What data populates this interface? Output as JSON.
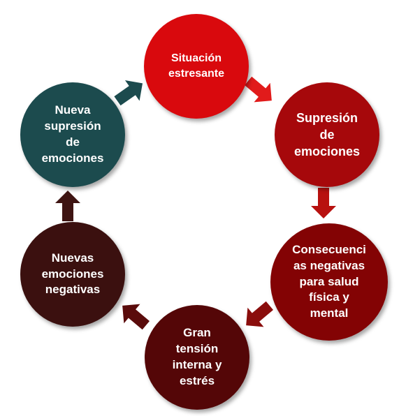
{
  "nodes": [
    {
      "label": "Situación\nestresante",
      "color": "#d9090d"
    },
    {
      "label": "Supresión\nde\nemociones",
      "color": "#a6080b"
    },
    {
      "label": "Consecuenci\nas negativas\npara salud\nfísica y\nmental",
      "color": "#830304"
    },
    {
      "label": "Gran\ntensión\ninterna y\nestrés",
      "color": "#540607"
    },
    {
      "label": "Nuevas\nemociones\nnegativas",
      "color": "#3b100f"
    },
    {
      "label": "Nueva\nsupresión\nde\nemociones",
      "color": "#1c4b4e"
    }
  ],
  "arrows": [
    {
      "from": "Situación estresante",
      "to": "Supresión de emociones",
      "color": "#e11b1b"
    },
    {
      "from": "Supresión de emociones",
      "to": "Consecuencias negativas",
      "color": "#b8110f"
    },
    {
      "from": "Consecuencias negativas",
      "to": "Gran tensión interna y estrés",
      "color": "#8a0d0c"
    },
    {
      "from": "Gran tensión interna y estrés",
      "to": "Nuevas emociones negativas",
      "color": "#5a0b0b"
    },
    {
      "from": "Nuevas emociones negativas",
      "to": "Nueva supresión de emociones",
      "color": "#3e1412"
    },
    {
      "from": "Nueva supresión de emociones",
      "to": "Situación estresante",
      "color": "#1c4b4e"
    }
  ]
}
